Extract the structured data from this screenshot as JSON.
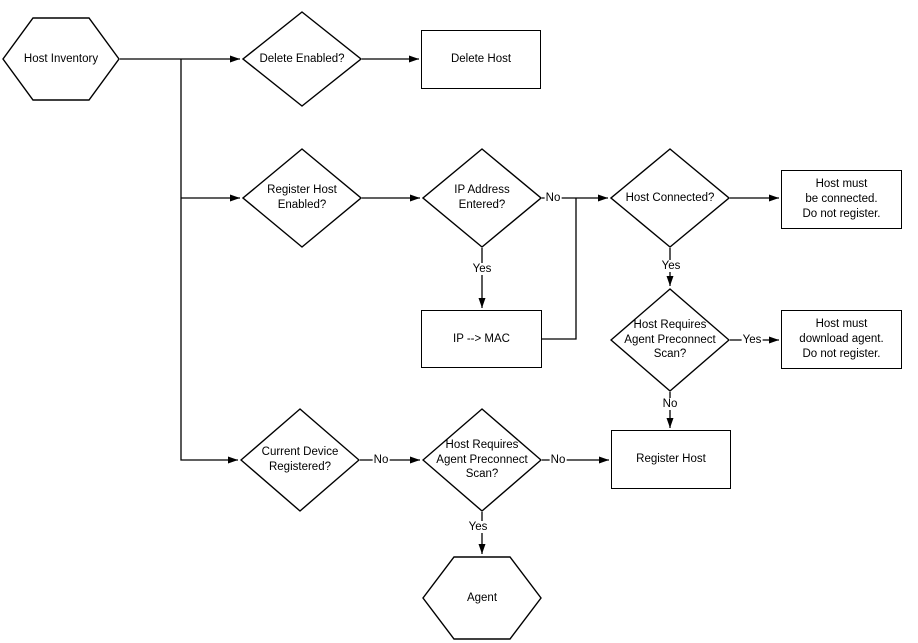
{
  "diagram": {
    "type": "flowchart",
    "colors": {
      "line": "#000000",
      "background": "#ffffff",
      "shape_fill": "#ffffff",
      "text": "#000000"
    },
    "nodes": {
      "host_inventory": "Host Inventory",
      "delete_enabled": "Delete Enabled?",
      "delete_host": "Delete Host",
      "register_host_enabled": "Register Host\nEnabled?",
      "ip_address_entered": "IP Address\nEntered?",
      "host_connected": "Host Connected?",
      "host_must_be_connected": "Host must\nbe connected.\nDo not register.",
      "ip_to_mac": "IP --> MAC",
      "host_requires_preconnect_upper": "Host Requires\nAgent Preconnect\nScan?",
      "host_must_download_agent": "Host must\ndownload agent.\nDo not register.",
      "current_device_registered": "Current Device\nRegistered?",
      "host_requires_preconnect_lower": "Host Requires\nAgent Preconnect\nScan?",
      "register_host": "Register Host",
      "agent": "Agent"
    },
    "edge_labels": {
      "ip_entered_no": "No",
      "ip_entered_yes": "Yes",
      "host_connected_yes": "Yes",
      "preconnect_upper_yes": "Yes",
      "preconnect_upper_no": "No",
      "current_device_no": "No",
      "preconnect_lower_no": "No",
      "preconnect_lower_yes": "Yes"
    }
  }
}
